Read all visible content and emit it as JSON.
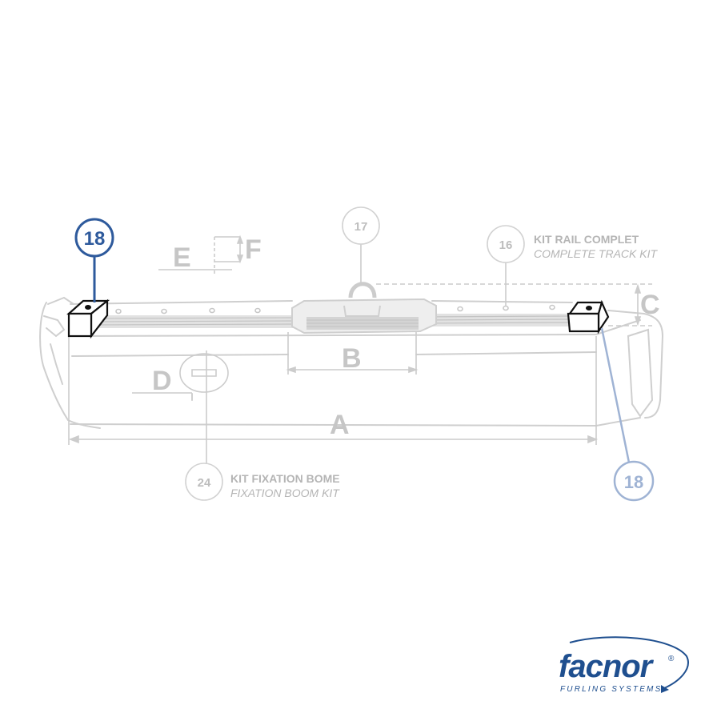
{
  "dimension_labels": {
    "a": "A",
    "b": "B",
    "c": "C",
    "d": "D",
    "e": "E",
    "f": "F"
  },
  "callouts": {
    "part_18_left": "18",
    "part_18_right": "18",
    "part_17": "17",
    "part_16": "16",
    "part_24": "24"
  },
  "kits": {
    "rail": {
      "fr": "KIT RAIL COMPLET",
      "en": "COMPLETE TRACK KIT"
    },
    "boom": {
      "fr": "KIT FIXATION BOME",
      "en": "FIXATION BOOM KIT"
    }
  },
  "brand": {
    "name": "facnor",
    "tagline": "FURLING SYSTEMS",
    "registered": "®"
  },
  "colors": {
    "highlight": "#2e5a9c",
    "highlight_light": "#9fb3d4",
    "drawing": "#c8c8c8",
    "callout_faded": "#cccccc",
    "text_faded": "#b5b5b5",
    "brand": "#1f4f8f"
  }
}
